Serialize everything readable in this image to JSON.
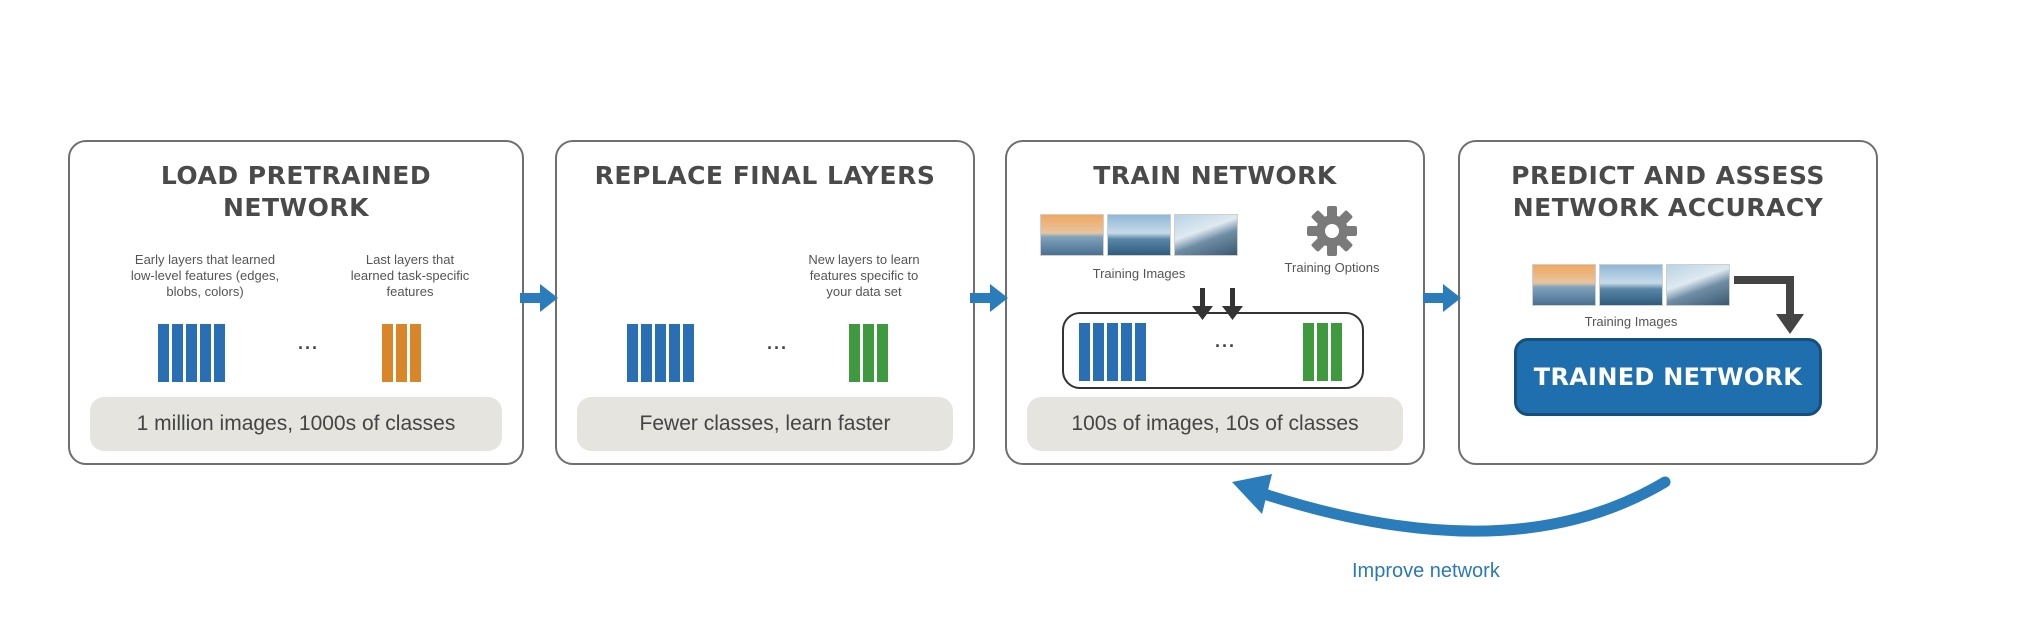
{
  "colors": {
    "accent_blue": "#2b7cba",
    "bar_blue": "#2a6fb3",
    "bar_orange": "#d9862b",
    "bar_green": "#3f9a3f",
    "trained_fill": "#1f6fae",
    "pill_gray": "#e5e4df"
  },
  "panels": [
    {
      "title": "LOAD PRETRAINED\nNETWORK",
      "note_left": "Early layers that learned\nlow-level features (edges,\nblobs, colors)",
      "note_right": "Last layers that\nlearned task-specific\nfeatures",
      "ellipsis": "···",
      "pill": "1 million images, 1000s of classes"
    },
    {
      "title": "REPLACE FINAL LAYERS",
      "note_right": "New layers to learn\nfeatures specific to\nyour data set",
      "ellipsis": "···",
      "pill": "Fewer classes, learn faster"
    },
    {
      "title": "TRAIN NETWORK",
      "training_images_label": "Training Images",
      "training_options_label": "Training Options",
      "ellipsis": "···",
      "pill": "100s of images, 10s of classes"
    },
    {
      "title": "PREDICT AND ASSESS\nNETWORK ACCURACY",
      "training_images_label": "Training Images",
      "trained_network_label": "TRAINED NETWORK"
    }
  ],
  "feedback": {
    "label": "Improve network"
  },
  "icons": {
    "flow_arrow": "right-arrow-icon",
    "gear": "gear-icon",
    "down_arrow": "down-arrow-icon",
    "elbow_arrow": "elbow-arrow-icon",
    "curved_arrow": "curved-arrow-icon"
  }
}
